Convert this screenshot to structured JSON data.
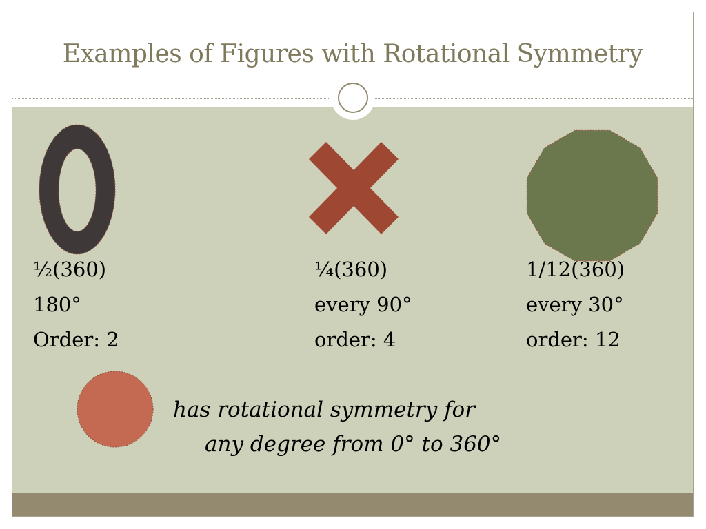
{
  "slide": {
    "title": "Examples of Figures with Rotational Symmetry"
  },
  "examples": [
    {
      "shape_icon": "letter-o-shape-icon",
      "color": "#3e3839",
      "fraction": "½(360)",
      "angle": "180°",
      "order": "Order: 2"
    },
    {
      "shape_icon": "x-cross-shape-icon",
      "color": "#9e4732",
      "fraction": "¼(360)",
      "angle": "every 90°",
      "order": "order: 4"
    },
    {
      "shape_icon": "dodecagon-shape-icon",
      "color": "#6b774c",
      "fraction": "1/12(360)",
      "angle": "every 30°",
      "order": "order: 12"
    }
  ],
  "circle_example": {
    "shape_icon": "circle-shape-icon",
    "color": "#c46a52",
    "line1": "has rotational symmetry for",
    "line2": "any degree from 0° to 360°"
  },
  "theme": {
    "title_color": "#807a5c",
    "content_background": "#cdd1b9",
    "band_color": "#938a6f"
  }
}
